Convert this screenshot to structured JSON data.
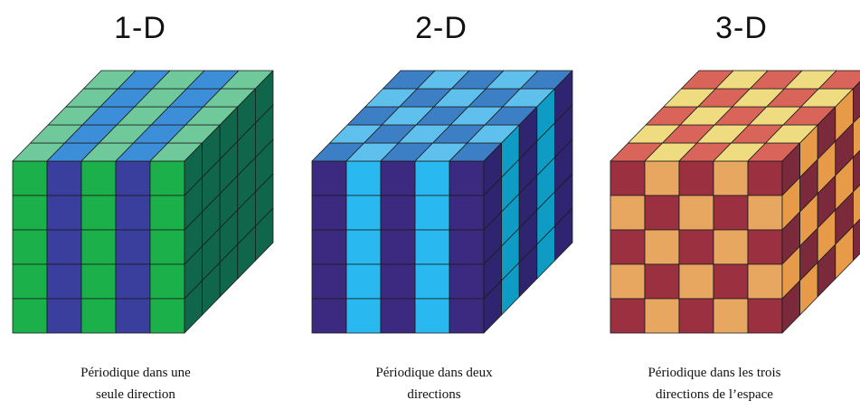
{
  "panels": [
    {
      "title": "1-D",
      "caption_line1": "Périodique dans une",
      "caption_line2": "seule direction"
    },
    {
      "title": "2-D",
      "caption_line1": "Périodique dans deux",
      "caption_line2": "directions"
    },
    {
      "title": "3-D",
      "caption_line1": "Périodique dans les trois",
      "caption_line2": "directions de l’espace"
    }
  ],
  "colors": {
    "green": "#1bb04a",
    "navy": "#3a3f9e",
    "top_light_green": "#6fc99a",
    "top_blue": "#3d8ed8",
    "side_dark_green": "#10664a",
    "dark_purple": "#3b2a80",
    "sky_blue": "#29b8f0",
    "top_dark_blue": "#3d7fc4",
    "top_light_blue": "#5fc0ee",
    "side_purple": "#2f2470",
    "side_teal": "#0e9cc4",
    "maroon": "#9b3040",
    "tan": "#e8a760",
    "top_red": "#d8645a",
    "top_yellow": "#f0dc80",
    "side_dark": "#7a2a3a",
    "side_orange": "#e79a48"
  }
}
